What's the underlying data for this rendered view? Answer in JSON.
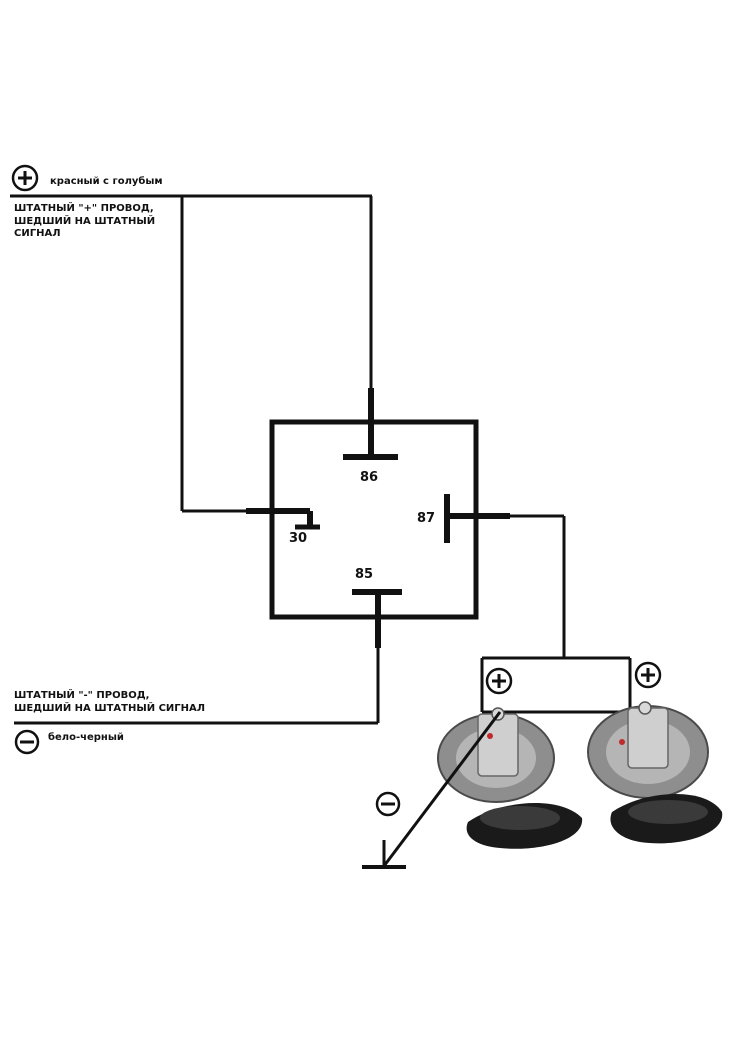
{
  "colors": {
    "wire": "#111111",
    "background": "#ffffff",
    "horn_body": "#8e8e8e",
    "horn_dark": "#1a1a1a"
  },
  "supply": {
    "polarity": "+",
    "wire_color_label": "красный с голубым",
    "description": "ШТАТНЫЙ \"+\" ПРОВОД,\nШЕДШИЙ НА ШТАТНЫЙ\nСИГНАЛ"
  },
  "ground": {
    "polarity": "−",
    "description": "ШТАТНЫЙ \"-\" ПРОВОД,\nШЕДШИЙ НА ШТАТНЫЙ СИГНАЛ",
    "wire_color_label": "бело-черный"
  },
  "relay": {
    "pins": {
      "p86": "86",
      "p30": "30",
      "p87": "87",
      "p85": "85"
    }
  },
  "horns": {
    "left_terminal": "+",
    "right_terminal": "+",
    "ground_terminal": "−"
  },
  "icons": {
    "plus": "plus-circle-icon",
    "minus": "minus-circle-icon",
    "ground": "ground-icon",
    "horn": "horn-icon"
  }
}
